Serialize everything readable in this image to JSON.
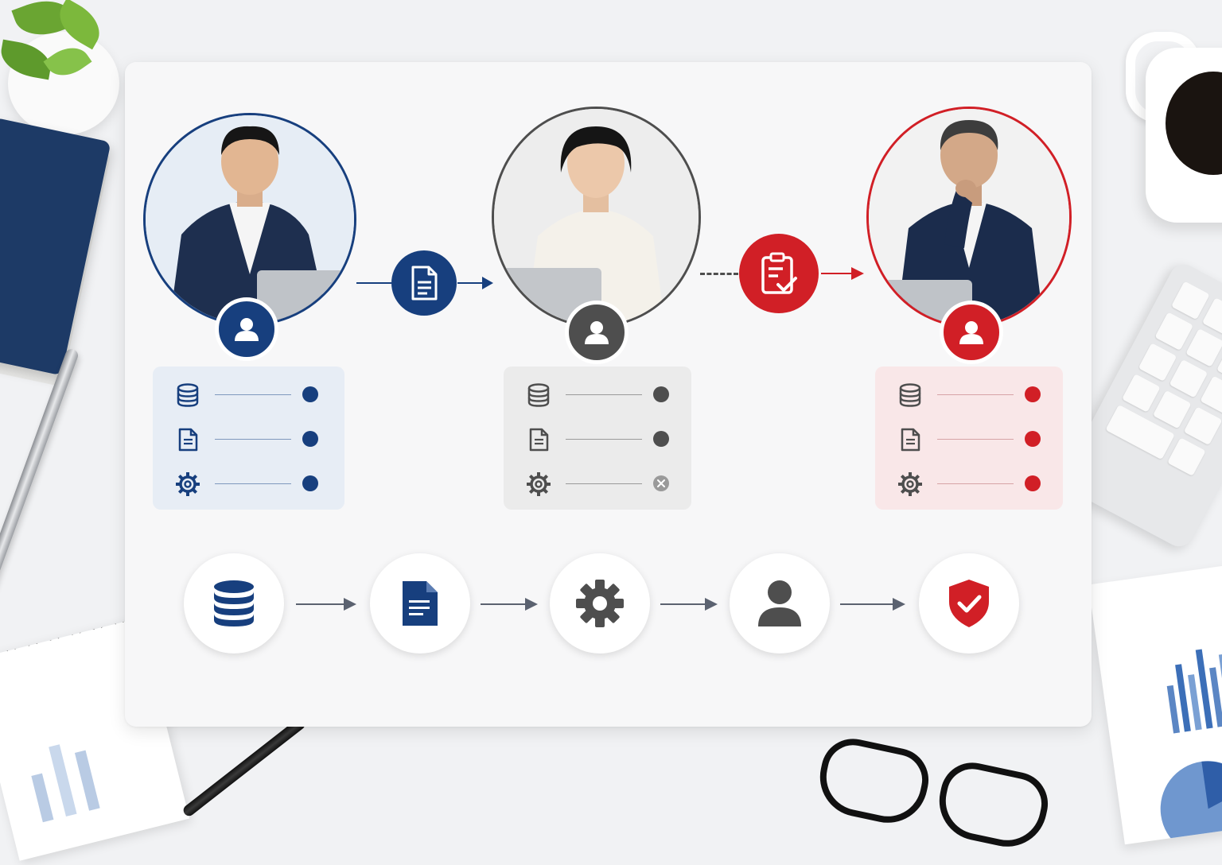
{
  "colors": {
    "navy": "#173f7e",
    "gray": "#4e4e4e",
    "red": "#d11f26",
    "panel_blue": "#e7edf5",
    "panel_gray": "#ebebeb",
    "panel_red": "#f9e7e8"
  },
  "people": [
    {
      "role": "employee",
      "accent": "#173f7e",
      "badge_icon": "user-icon"
    },
    {
      "role": "reviewer",
      "accent": "#4e4e4e",
      "badge_icon": "user-icon"
    },
    {
      "role": "manager",
      "accent": "#d11f26",
      "badge_icon": "user-icon"
    }
  ],
  "handoffs": [
    {
      "from": "employee",
      "to": "reviewer",
      "icon": "document-icon",
      "style": "solid"
    },
    {
      "from": "reviewer",
      "to": "manager",
      "icon": "clipboard-check-icon",
      "style": "dashed-then-solid"
    }
  ],
  "panels": [
    {
      "rows": [
        {
          "icon": "database-icon",
          "status": "complete"
        },
        {
          "icon": "document-icon",
          "status": "complete"
        },
        {
          "icon": "gear-icon",
          "status": "complete"
        }
      ]
    },
    {
      "rows": [
        {
          "icon": "database-icon",
          "status": "complete"
        },
        {
          "icon": "document-icon",
          "status": "complete"
        },
        {
          "icon": "gear-icon",
          "status": "failed"
        }
      ]
    },
    {
      "rows": [
        {
          "icon": "database-icon",
          "status": "complete"
        },
        {
          "icon": "document-icon",
          "status": "complete"
        },
        {
          "icon": "gear-icon",
          "status": "complete"
        }
      ]
    }
  ],
  "process_flow": [
    {
      "icon": "database-icon"
    },
    {
      "icon": "document-icon"
    },
    {
      "icon": "gear-icon"
    },
    {
      "icon": "user-icon"
    },
    {
      "icon": "shield-check-icon"
    }
  ]
}
